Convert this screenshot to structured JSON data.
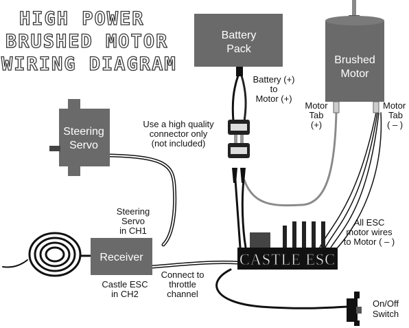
{
  "title": {
    "line1": "HIGH POWER",
    "line2": "BRUSHED MOTOR",
    "line3": "WIRING DIAGRAM"
  },
  "components": {
    "battery": {
      "line1": "Battery",
      "line2": "Pack"
    },
    "motor": {
      "line1": "Brushed",
      "line2": "Motor"
    },
    "servo": {
      "line1": "Steering",
      "line2": "Servo"
    },
    "receiver": {
      "label": "Receiver"
    },
    "esc": {
      "label": "CASTLE ESC"
    }
  },
  "annotations": {
    "battery_to_motor": {
      "line1": "Battery  (+)",
      "line2": "to",
      "line3": "Motor (+)"
    },
    "connector": {
      "line1": "Use a high quality",
      "line2": "connector only",
      "line3": "(not included)"
    },
    "motor_tab_pos": {
      "line1": "Motor",
      "line2": "Tab",
      "line3": "(+)"
    },
    "motor_tab_neg": {
      "line1": "Motor",
      "line2": "Tab",
      "line3": "( – )"
    },
    "steering_servo_ch": {
      "line1": "Steering",
      "line2": "Servo",
      "line3": "in CH1"
    },
    "esc_wires": {
      "line1": "All ESC",
      "line2": "motor wires",
      "line3": "to Motor ( – )"
    },
    "castle_esc_ch": {
      "line1": "Castle ESC",
      "line2": "in CH2"
    },
    "throttle": {
      "line1": "Connect to",
      "line2": "throttle",
      "line3": "channel"
    },
    "switch": {
      "line1": "On/Off",
      "line2": "Switch"
    }
  },
  "colors": {
    "component_fill": "#6a6a6a",
    "dark": "#111111",
    "wire_gray": "#8a8a8a"
  }
}
